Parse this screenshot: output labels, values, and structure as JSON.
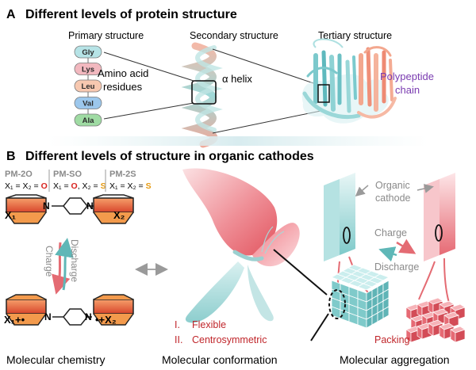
{
  "panel_a": {
    "letter": "A",
    "title": "Different levels of protein structure",
    "primary": {
      "label": "Primary structure",
      "residues": [
        "Gly",
        "Lys",
        "Leu",
        "Val",
        "Ala"
      ],
      "residue_colors": [
        "#b6e3e6",
        "#f2b8bf",
        "#f7c8b0",
        "#9cc7ec",
        "#9fdba3"
      ],
      "caption_line1": "Amino acid",
      "caption_line2": "residues"
    },
    "secondary": {
      "label": "Secondary structure",
      "helix_label": "α helix"
    },
    "tertiary": {
      "label": "Tertiary structure",
      "chain_line1": "Polypeptide",
      "chain_line2": "chain",
      "chain_color": "#7a3bb0"
    }
  },
  "panel_b": {
    "letter": "B",
    "title": "Different levels of structure in organic cathodes",
    "chemistry": {
      "pm2o_name": "PM-2O",
      "pm2o_formula_lead": "X₁ = X₂ = ",
      "pm2o_atom": "O",
      "pmso_name": "PM-SO",
      "pmso_formula_lead": "X₁ = ",
      "pmso_atom1": "O",
      "pmso_formula_mid": ", X₂ = ",
      "pmso_atom2": "S",
      "pm2s_name": "PM-2S",
      "pm2s_formula_lead": "X₁ = X₂ = ",
      "pm2s_atom": "S",
      "oxygen_color": "#d8231f",
      "sulfur_color": "#e59a12",
      "x1": "X₁",
      "x2": "X₂",
      "n": "N",
      "x1_plus": "X₁+•",
      "x2_plus": "•+X₂",
      "discharge": "Discharge",
      "charge": "Charge",
      "caption": "Molecular chemistry"
    },
    "conformation": {
      "feature1_num": "I.",
      "feature1": "Flexible",
      "feature2_num": "II.",
      "feature2": "Centrosymmetric",
      "feature_color": "#c0262b",
      "caption": "Molecular conformation"
    },
    "aggregation": {
      "organic_line1": "Organic",
      "organic_line2": "cathode",
      "charge": "Charge",
      "discharge": "Discharge",
      "packing": "Packing",
      "packing_color": "#c0262b",
      "caption": "Molecular aggregation"
    }
  }
}
